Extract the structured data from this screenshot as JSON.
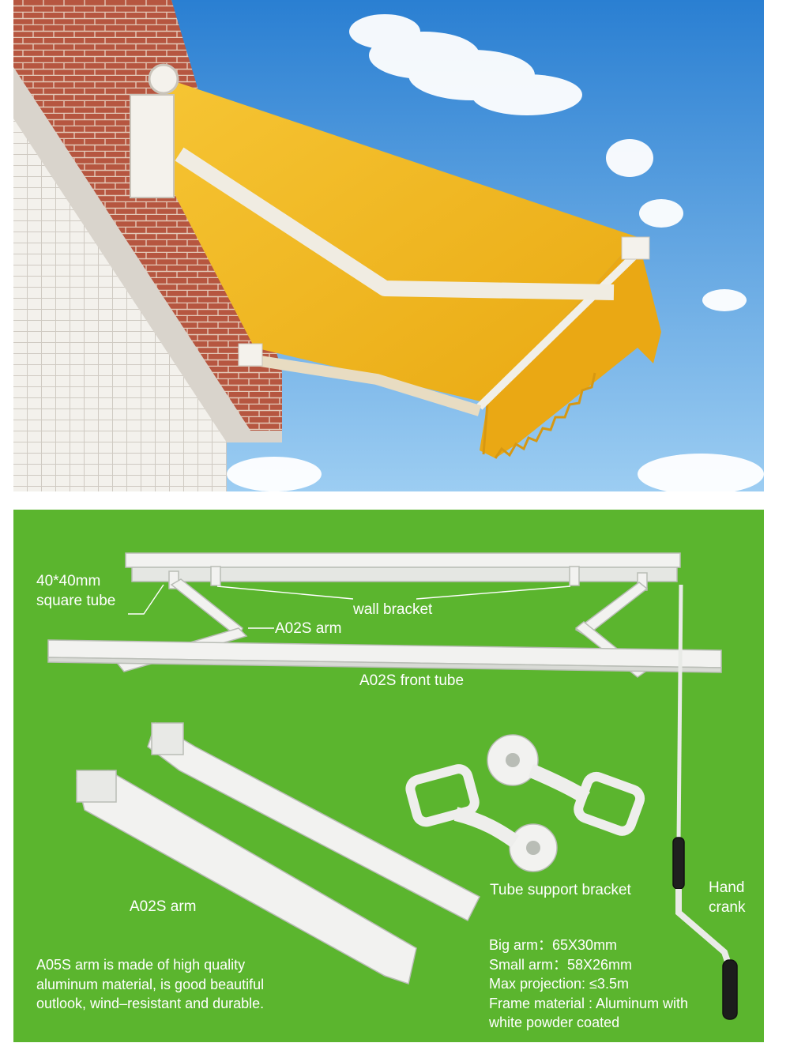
{
  "photo": {
    "scene": "retractable awning mounted on brick wall",
    "colors": {
      "sky_top": "#2f87d6",
      "sky_bottom": "#8cc6f2",
      "fabric": "#f2b51c",
      "brick": "#b8533e",
      "tile": "#f4f2ee"
    }
  },
  "diagram": {
    "background": "#5bb52e",
    "labels": {
      "square_tube": [
        "40*40mm",
        "square tube"
      ],
      "wall_bracket": "wall bracket",
      "arm_top": "A02S arm",
      "front_tube": "A02S front tube",
      "arm_bottom": "A02S arm",
      "tube_support": "Tube support bracket",
      "hand_crank": [
        "Hand",
        "crank"
      ]
    },
    "description": [
      "A05S arm is made of high quality",
      "aluminum material, is good beautiful",
      "outlook, wind–resistant and durable."
    ],
    "specs": [
      "Big arm：65X30mm",
      "Small arm：58X26mm",
      "Max projection: ≤3.5m",
      "Frame material : Aluminum with",
      "white powder coated"
    ]
  }
}
